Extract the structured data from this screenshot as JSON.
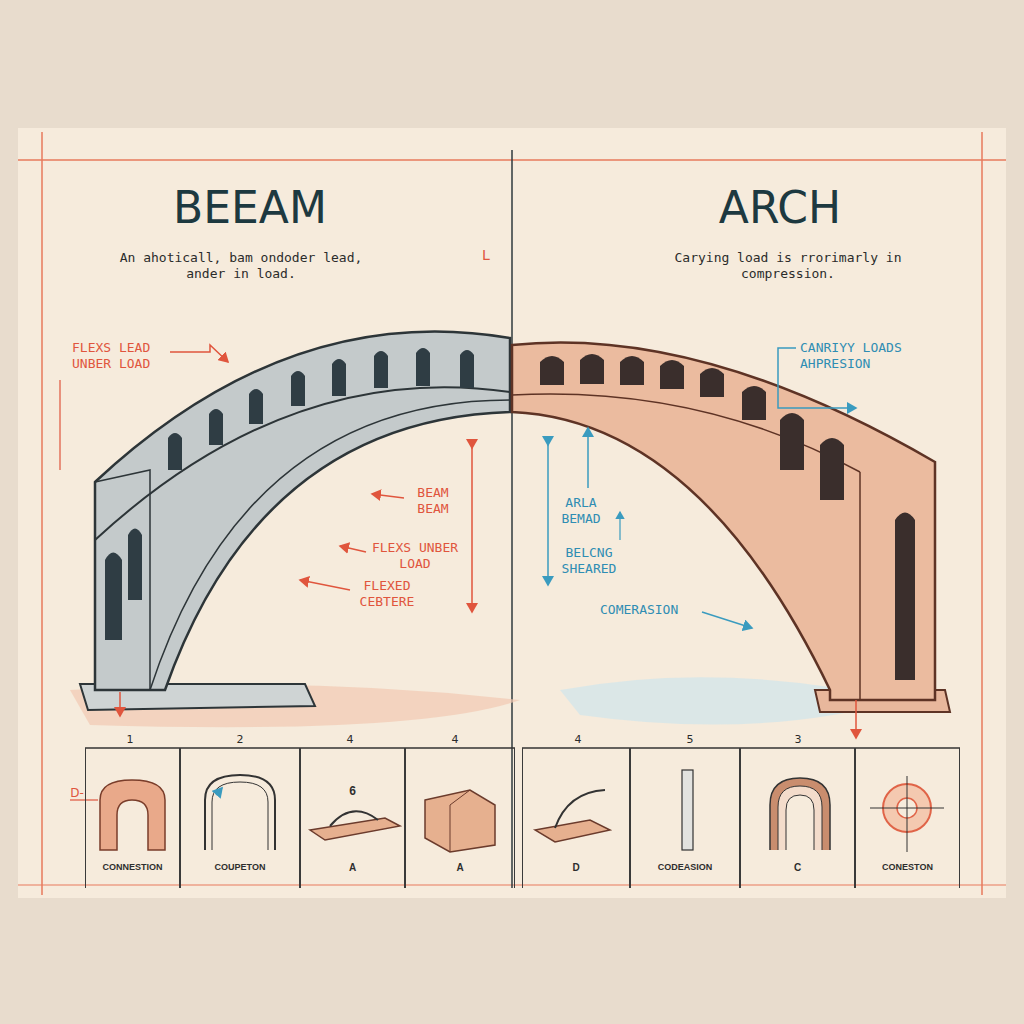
{
  "diagram": {
    "nodes": [
      {
        "text": [
          "CONNESTION"
        ]
      },
      {
        "text": [
          "COUPETON"
        ]
      },
      {
        "text": [
          "6",
          "A"
        ]
      },
      {
        "text": [
          "A"
        ]
      },
      {
        "text": [
          "D"
        ]
      },
      {
        "text": [
          "CODEASION"
        ]
      },
      {
        "text": [
          "C"
        ]
      },
      {
        "text": [
          "CONESTON"
        ]
      }
    ],
    "labels": [
      "BEEAM",
      "An ahoticall, bam ondoder lead, ander in load.",
      "L",
      "ARCH",
      "Carying load is rrorimarly in compression.",
      "FLEXS LEAD UNBER LOAD",
      "BEAM BEAM",
      "FLEXS UNBER LOAD",
      "FLEXED CEBTERE",
      "CANRIYY LOADS AHPRESION",
      "ARLA BEMAD",
      "BELCNG SHEARED",
      "COMERASION",
      "1",
      "2",
      "4",
      "4",
      "4",
      "5",
      "3",
      "D-"
    ]
  }
}
